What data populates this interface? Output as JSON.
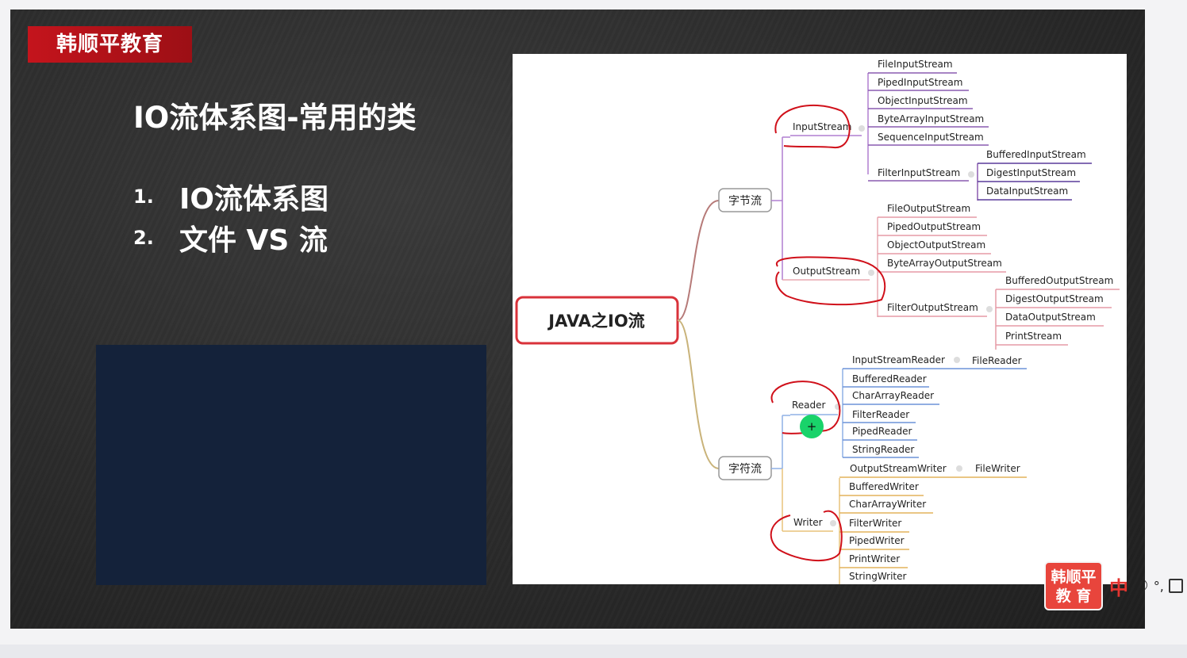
{
  "slide": {
    "brand": "韩顺平教育",
    "title": "IO流体系图-常用的类",
    "toc": [
      {
        "num": "1.",
        "text": "IO流体系图"
      },
      {
        "num": "2.",
        "text": "文件 VS 流"
      }
    ]
  },
  "mindmap": {
    "root": "JAVA之IO流",
    "byte_stream": {
      "label": "字节流",
      "input": {
        "label": "InputStream",
        "children": [
          "FileInputStream",
          "PipedInputStream",
          "ObjectInputStream",
          "ByteArrayInputStream",
          "SequenceInputStream",
          "FilterInputStream"
        ],
        "filter_children": [
          "BufferedInputStream",
          "DigestInputStream",
          "DataInputStream"
        ]
      },
      "output": {
        "label": "OutputStream",
        "children": [
          "FileOutputStream",
          "PipedOutputStream",
          "ObjectOutputStream",
          "ByteArrayOutputStream",
          "FilterOutputStream"
        ],
        "filter_children": [
          "BufferedOutputStream",
          "DigestOutputStream",
          "DataOutputStream",
          "PrintStream"
        ]
      }
    },
    "char_stream": {
      "label": "字符流",
      "reader": {
        "label": "Reader",
        "children": [
          "InputStreamReader",
          "BufferedReader",
          "CharArrayReader",
          "FilterReader",
          "PipedReader",
          "StringReader"
        ],
        "isr_child": "FileReader"
      },
      "writer": {
        "label": "Writer",
        "children": [
          "OutputStreamWriter",
          "BufferedWriter",
          "CharArrayWriter",
          "FilterWriter",
          "PipedWriter",
          "PrintWriter",
          "StringWriter"
        ],
        "osw_child": "FileWriter"
      }
    }
  },
  "overlay": {
    "logo_line1": "韩顺平",
    "logo_line2": "教 育",
    "ime_lang": "中",
    "ime_moon": "☽",
    "ime_punc": "°,"
  },
  "colors": {
    "brand_red": "#c4141c",
    "byte_branch": "#b07fd0",
    "output_branch": "#e8a8b0",
    "reader_branch": "#8fb0e6",
    "writer_branch": "#e8c27a",
    "annotation_red": "#d0101a",
    "cursor_green": "#19d36a"
  }
}
